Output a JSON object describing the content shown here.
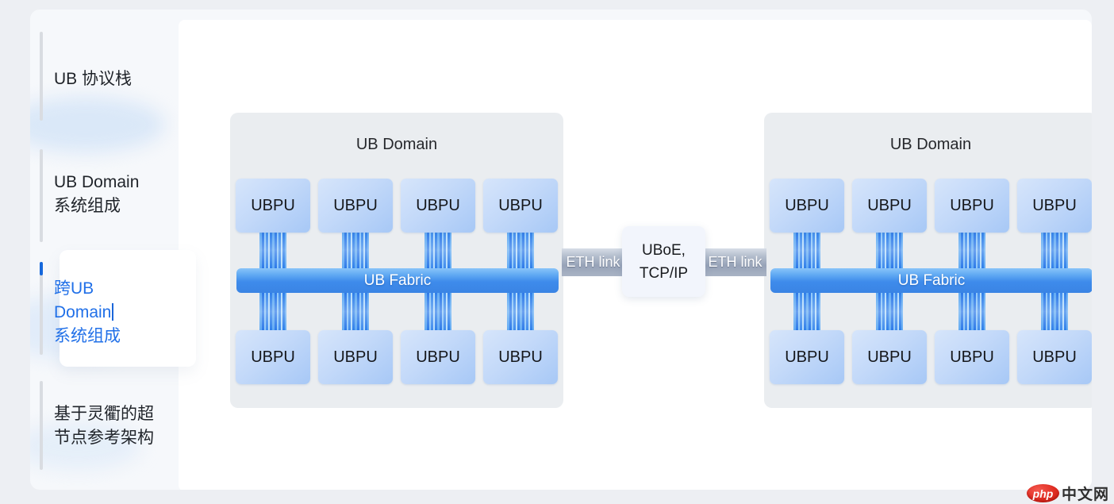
{
  "sidebar": {
    "items": [
      {
        "lines": [
          "UB 协议栈"
        ],
        "active": false
      },
      {
        "lines": [
          "UB Domain",
          "系统组成"
        ],
        "active": false
      },
      {
        "lines": [
          "跨UB",
          "Domain",
          "系统组成"
        ],
        "active": true
      },
      {
        "lines": [
          "基于灵衢的超",
          "节点参考架构"
        ],
        "active": false
      }
    ]
  },
  "diagram": {
    "left_domain": {
      "title": "UB Domain",
      "fabric_label": "UB Fabric",
      "units_top": [
        "UBPU",
        "UBPU",
        "UBPU",
        "UBPU"
      ],
      "units_bottom": [
        "UBPU",
        "UBPU",
        "UBPU",
        "UBPU"
      ]
    },
    "right_domain": {
      "title": "UB Domain",
      "fabric_label": "UB Fabric",
      "units_top": [
        "UBPU",
        "UBPU",
        "UBPU",
        "UBPU"
      ],
      "units_bottom": [
        "UBPU",
        "UBPU",
        "UBPU",
        "UBPU"
      ]
    },
    "interconnect": {
      "eth_left_label": "ETH link",
      "eth_right_label": "ETH link",
      "bridge_lines": [
        "UBoE,",
        "TCP/IP"
      ]
    }
  },
  "watermark": {
    "badge": "php",
    "site": "中文网"
  },
  "colors": {
    "accent_blue": "#2170e8",
    "fabric_blue": "#3e8beb",
    "unit_blue": "#b9d4f8",
    "eth_gray": "#9aa6ba",
    "domain_bg": "#eaedf0",
    "rail_gray": "#d9dce1"
  }
}
